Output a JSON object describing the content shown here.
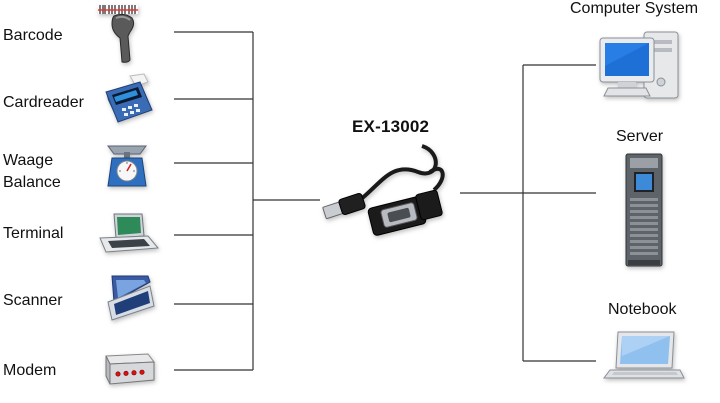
{
  "diagram": {
    "hub_label": "EX-13002",
    "left_devices": [
      {
        "label": "Barcode",
        "icon": "barcode-scanner-icon"
      },
      {
        "label": "Cardreader",
        "icon": "card-reader-icon"
      },
      {
        "label_line1": "Waage",
        "label_line2": "Balance",
        "icon": "scale-icon"
      },
      {
        "label": "Terminal",
        "icon": "terminal-icon"
      },
      {
        "label": "Scanner",
        "icon": "flatbed-scanner-icon"
      },
      {
        "label": "Modem",
        "icon": "modem-icon"
      }
    ],
    "right_devices": [
      {
        "label": "Computer System",
        "icon": "desktop-computer-icon"
      },
      {
        "label": "Server",
        "icon": "server-rack-icon"
      },
      {
        "label": "Notebook",
        "icon": "notebook-icon"
      }
    ]
  }
}
